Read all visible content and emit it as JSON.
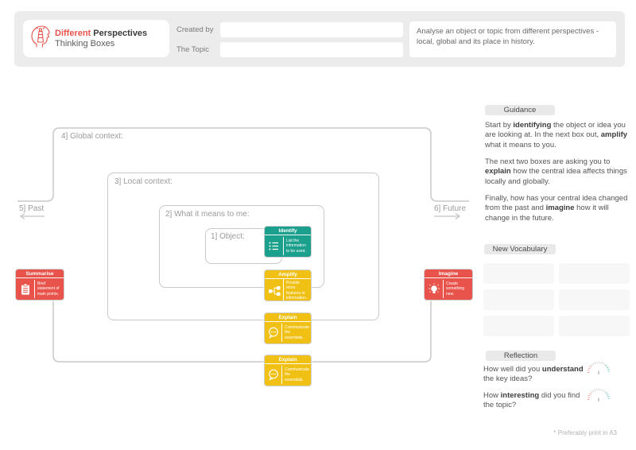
{
  "header": {
    "logo": {
      "title_accent": "Different",
      "title_rest": " Perspectives",
      "subtitle": "Thinking Boxes"
    },
    "created_by_label": "Created by",
    "topic_label": "The Topic",
    "created_by_value": "",
    "topic_value": "",
    "description": "Analyse an object or topic from different perspectives - local, global and its place in history."
  },
  "diagram": {
    "global_label": "4] Global context:",
    "local_label": "3] Local context:",
    "me_label": "2] What it means to me:",
    "object_label": "1] Object:",
    "past_label": "5] Past",
    "future_label": "6] Future",
    "cards": {
      "identify": {
        "title": "Identify",
        "desc": "List the information to be used."
      },
      "amplify": {
        "title": "Amplify",
        "desc": "Provide more features or information."
      },
      "explain_local": {
        "title": "Explain",
        "desc": "Communicate the essentials."
      },
      "explain_global": {
        "title": "Explain",
        "desc": "Communicate the essentials."
      },
      "summarise": {
        "title": "Summarise",
        "desc": "Brief statement of main points."
      },
      "imagine": {
        "title": "Imagine",
        "desc": "Create something new."
      }
    }
  },
  "sidebar": {
    "guidance": {
      "title": "Guidance",
      "p1": {
        "a": "Start by ",
        "b": "identifying",
        "c": " the object or idea you are looking at. In the next box out, ",
        "d": "amplify",
        "e": " what it means to you."
      },
      "p2": {
        "a": "The next two boxes are asking you to ",
        "b": "explain",
        "c": " how the central idea affects things locally and globally."
      },
      "p3": {
        "a": "Finally, how has your central idea changed from the past and ",
        "b": "imagine",
        "c": " how it will change in the future."
      }
    },
    "vocabulary": {
      "title": "New Vocabulary",
      "slots": 6
    },
    "reflection": {
      "title": "Reflection",
      "q1": {
        "a": "How well did you ",
        "b": "understand",
        "c": " the key ideas?"
      },
      "q2": {
        "a": "How ",
        "b": "interesting",
        "c": " did you find the topic?"
      }
    },
    "footnote": "* Preferably print in A3"
  },
  "colors": {
    "accent_red": "#e8544b",
    "teal": "#1aa08c",
    "yellow": "#f0c015",
    "border_gray": "#c9c9c9"
  }
}
